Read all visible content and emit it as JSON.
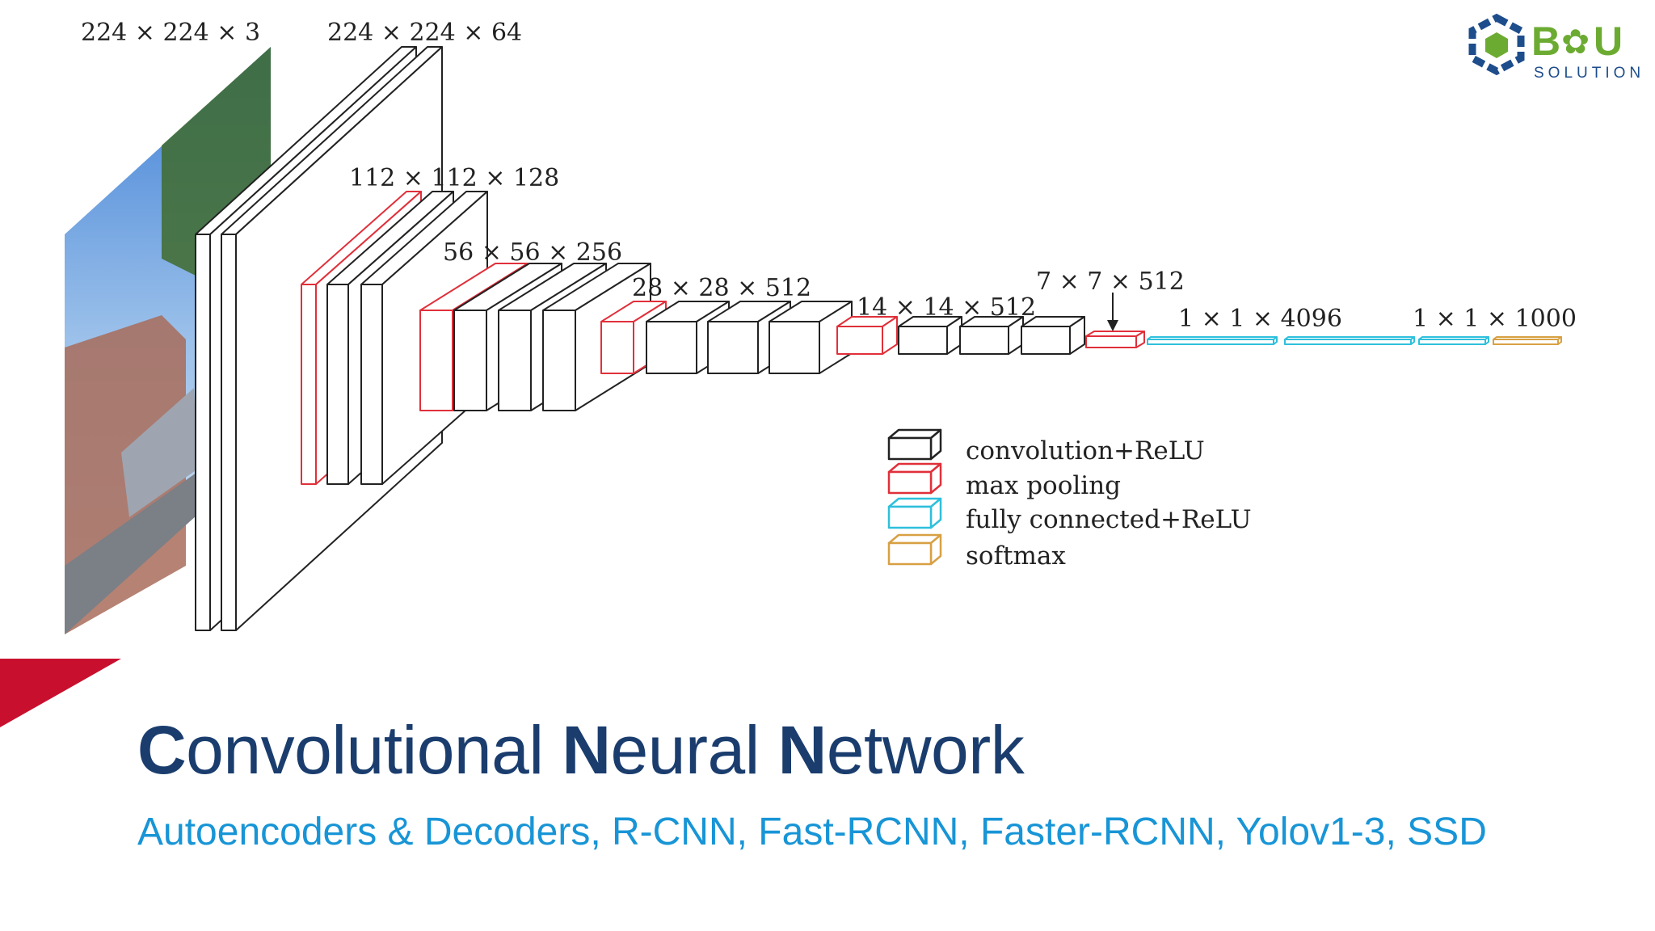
{
  "slide": {
    "title_parts": [
      {
        "text": "C",
        "bold": true
      },
      {
        "text": "onvolutional ",
        "bold": false
      },
      {
        "text": "N",
        "bold": true
      },
      {
        "text": "eural ",
        "bold": false
      },
      {
        "text": "N",
        "bold": true
      },
      {
        "text": "etwork",
        "bold": false
      }
    ],
    "subtitle": "Autoencoders & Decoders, R-CNN, Fast-RCNN, Faster-RCNN, Yolov1-3, SSD"
  },
  "logo": {
    "main": "B",
    "main_suffix": "U",
    "sub": "SOLUTION"
  },
  "diagram": {
    "dimension_labels": [
      "224 × 224 × 3",
      "224 × 224 × 64",
      "112 × 112 × 128",
      "56 × 56 × 256",
      "28 × 28 × 512",
      "14 × 14 × 512",
      "7 × 7 × 512",
      "1 × 1 × 4096",
      "1 × 1 × 1000"
    ],
    "legend": [
      {
        "label": "convolution+ReLU",
        "color": "#222222"
      },
      {
        "label": "max pooling",
        "color": "#e0303a"
      },
      {
        "label": "fully connected+ReLU",
        "color": "#2ec0dc"
      },
      {
        "label": "softmax",
        "color": "#d8a043"
      }
    ],
    "colors": {
      "conv": "#222222",
      "pool": "#e0303a",
      "fc": "#2ec0dc",
      "softmax": "#d8a043"
    }
  },
  "theme": {
    "title_color": "#1a3d6e",
    "subtitle_color": "#1895d6",
    "accent_red": "#c8102e",
    "logo_green": "#6cab32",
    "logo_blue": "#1e4d8c"
  }
}
